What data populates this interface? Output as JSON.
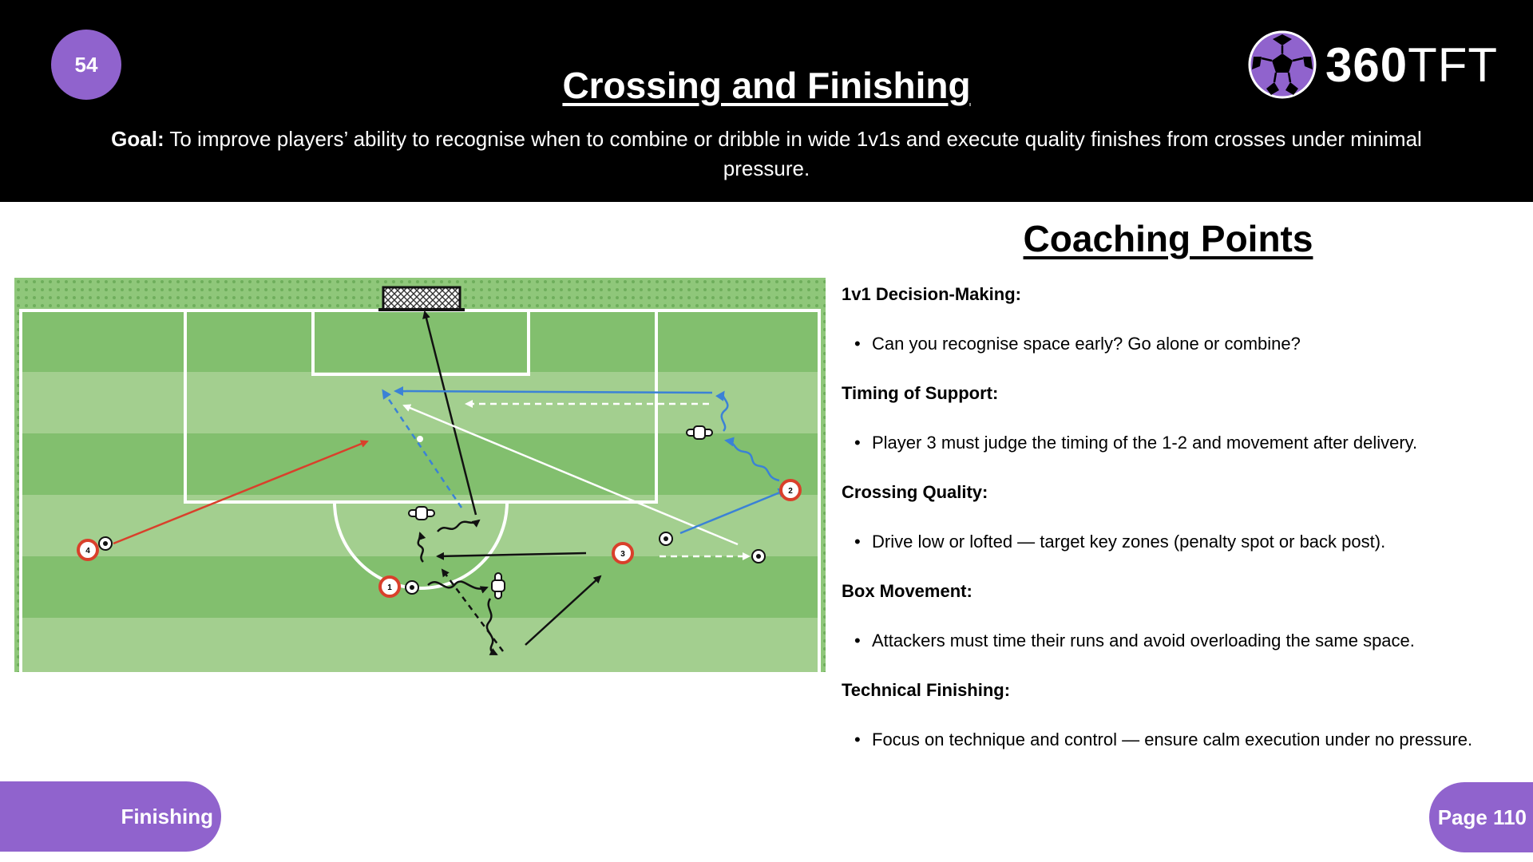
{
  "header": {
    "session_number": "54",
    "title": "Crossing and Finishing",
    "goal_label": "Goal:",
    "goal_text": " To improve players’ ability to recognise when to combine or dribble in wide 1v1s and execute quality finishes from crosses under minimal pressure.",
    "logo_text_bold": "360",
    "logo_text_light": "TFT"
  },
  "diagram": {
    "players": [
      "1",
      "2",
      "3",
      "4"
    ]
  },
  "coaching": {
    "title": "Coaching Points",
    "points": [
      {
        "heading": "1v1 Decision-Making:",
        "bullet": "Can you recognise space early? Go alone or combine?"
      },
      {
        "heading": "Timing of Support:",
        "bullet": "Player 3 must judge the timing of the 1-2 and movement after delivery."
      },
      {
        "heading": "Crossing Quality:",
        "bullet": "Drive low or lofted — target key zones (penalty spot or back post)."
      },
      {
        "heading": "Box Movement:",
        "bullet": "Attackers must time their runs and avoid overloading the same space."
      },
      {
        "heading": "Technical Finishing:",
        "bullet": "Focus on technique and control — ensure calm execution under no pressure."
      }
    ]
  },
  "footer": {
    "category": "Finishing",
    "page": "Page 110"
  },
  "colors": {
    "accent": "#9063cd",
    "header_bg": "#000000",
    "pitch_dark": "#82bf6e",
    "pitch_light": "#a3cf8f",
    "arrow_red": "#d9402b",
    "arrow_blue": "#3b82d6"
  }
}
